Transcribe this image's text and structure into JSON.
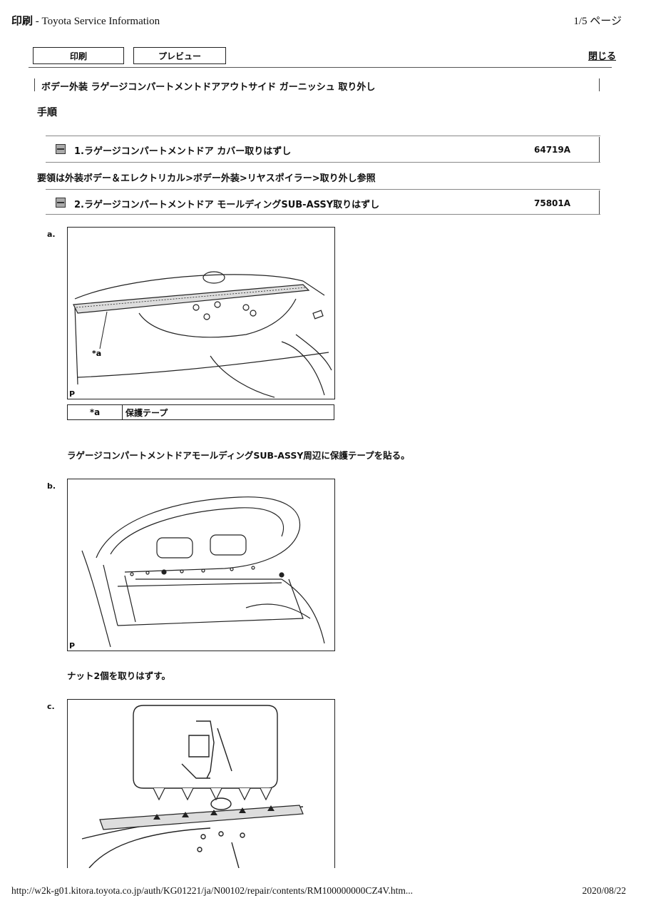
{
  "header": {
    "print_kanji": "印刷",
    "title": " - Toyota Service Information",
    "page": "1/5 ページ"
  },
  "toolbar": {
    "print_label": "印刷",
    "preview_label": "プレビュー",
    "close_label": "閉じる"
  },
  "section_title": "ボデー外装 ラゲージコンパートメントドアアウトサイド ガーニッシュ 取り外し",
  "procedure_heading": "手順",
  "steps": [
    {
      "label": "1.ラゲージコンパートメントドア カバー取りはずし",
      "code": "64719A"
    },
    {
      "label": "2.ラゲージコンパートメントドア モールディングSUB-ASSY取りはずし",
      "code": "75801A"
    }
  ],
  "reference_text": "要領は外装ボデー＆エレクトリカル>ボデー外装>リヤスポイラー>取り外し参照",
  "substeps": [
    {
      "letter": "a.",
      "callout": "*a",
      "p_mark": "P",
      "legend": {
        "key": "*a",
        "value": "保護テープ"
      },
      "instruction": "ラゲージコンパートメントドアモールディングSUB-ASSY周辺に保護テープを貼る。"
    },
    {
      "letter": "b.",
      "p_mark": "P",
      "instruction": "ナット2個を取りはずす。"
    },
    {
      "letter": "c."
    }
  ],
  "footer": {
    "url": "http://w2k-g01.kitora.toyota.co.jp/auth/KG01221/ja/N00102/repair/contents/RM100000000CZ4V.htm...",
    "date": "2020/08/22"
  }
}
